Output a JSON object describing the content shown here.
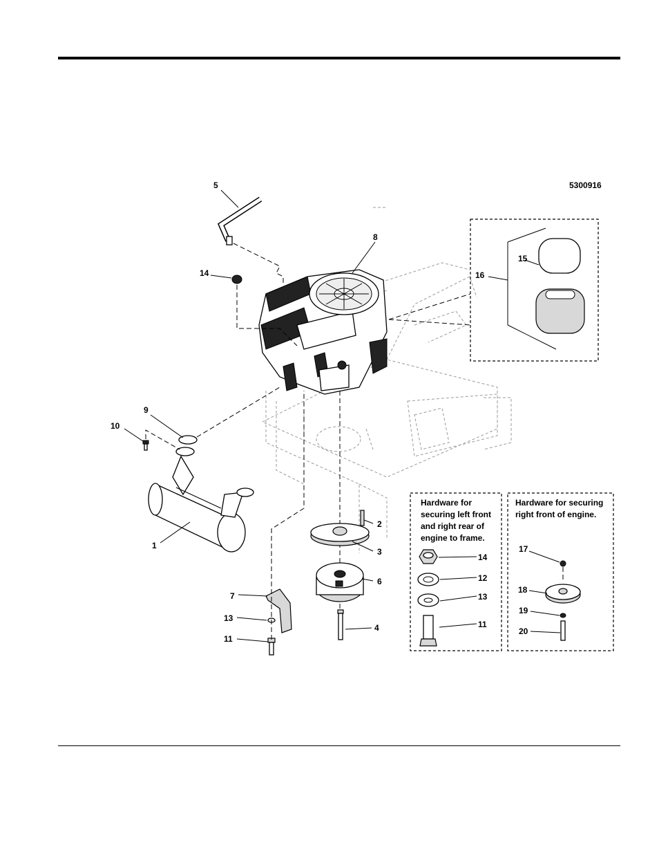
{
  "diagram_id": "5300916",
  "callouts": {
    "c1": "1",
    "c2": "2",
    "c3": "3",
    "c4": "4",
    "c5": "5",
    "c6": "6",
    "c7": "7",
    "c8": "8",
    "c9": "9",
    "c10": "10",
    "c11a": "11",
    "c12": "12",
    "c13a": "13",
    "c14a": "14",
    "c15": "15",
    "c16": "16",
    "c14b": "14",
    "c12b": "12",
    "c13b": "13",
    "c11b": "11",
    "c17": "17",
    "c18": "18",
    "c19": "19",
    "c20": "20"
  },
  "hardware_left": {
    "lines": [
      "Hardware for",
      "securing left front",
      "and right rear of",
      "engine to frame."
    ]
  },
  "hardware_right": {
    "lines": [
      "Hardware for securing",
      "right front of engine."
    ]
  }
}
